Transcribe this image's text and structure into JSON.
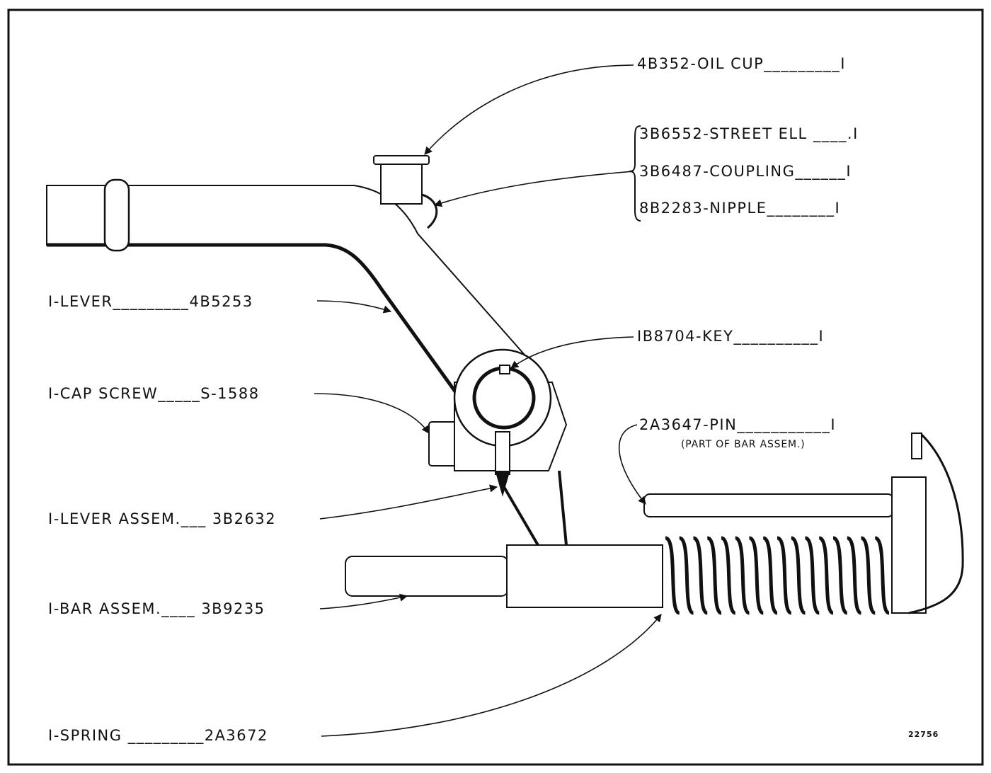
{
  "labels": {
    "oil_cup": "4B352-OIL CUP_________I",
    "street_ell": "3B6552-STREET ELL ____.I",
    "coupling": "3B6487-COUPLING______I",
    "nipple": "8B2283-NIPPLE________I",
    "lever": "I-LEVER_________4B5253",
    "key": "IB8704-KEY__________I",
    "cap_screw": "I-CAP SCREW_____S-1588",
    "pin": "2A3647-PIN___________I",
    "pin_note": "(PART OF BAR ASSEM.)",
    "lever_assem": "I-LEVER ASSEM.___ 3B2632",
    "bar_assem": "I-BAR ASSEM.____ 3B9235",
    "spring": "I-SPRING _________2A3672",
    "figure_number": "22756"
  }
}
